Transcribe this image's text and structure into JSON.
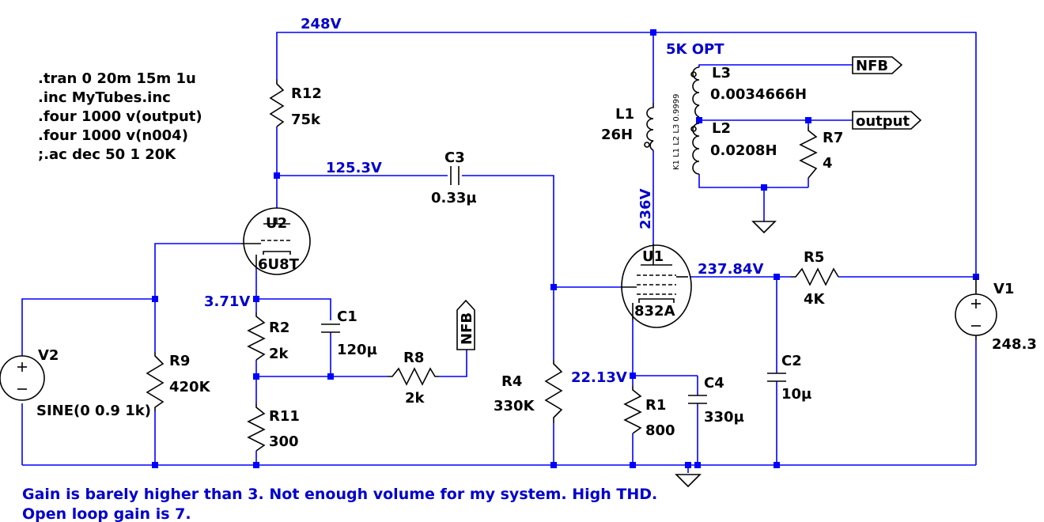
{
  "directives": [
    ".tran 0 20m 15m 1u",
    ".inc MyTubes.inc",
    ".four 1000 v(output)",
    ".four 1000 v(n004)",
    ";.ac dec 50 1 20K"
  ],
  "node_voltages": {
    "supply": "248V",
    "u2_plate": "125.3V",
    "u1_plate": "236V",
    "u2_cathode": "3.71V",
    "u1_screen": "237.84V",
    "u1_cathode": "22.13V"
  },
  "transformer": {
    "title": "5K OPT",
    "coupling": "K1 L1 L2 L3 0.9999"
  },
  "components": {
    "R12": {
      "ref": "R12",
      "value": "75k"
    },
    "C3": {
      "ref": "C3",
      "value": "0.33µ"
    },
    "L1": {
      "ref": "L1",
      "value": "26H"
    },
    "L3": {
      "ref": "L3",
      "value": "0.0034666H"
    },
    "L2": {
      "ref": "L2",
      "value": "0.0208H"
    },
    "R7": {
      "ref": "R7",
      "value": "4"
    },
    "U2": {
      "ref": "U2",
      "value": "6U8T"
    },
    "U1": {
      "ref": "U1",
      "value": "832A"
    },
    "R5": {
      "ref": "R5",
      "value": "4K"
    },
    "V1": {
      "ref": "V1",
      "value": "248.3"
    },
    "V2": {
      "ref": "V2",
      "value": "SINE(0 0.9  1k)"
    },
    "R9": {
      "ref": "R9",
      "value": "420K"
    },
    "R2": {
      "ref": "R2",
      "value": "2k"
    },
    "C1": {
      "ref": "C1",
      "value": "120µ"
    },
    "R8": {
      "ref": "R8",
      "value": "2k"
    },
    "R11": {
      "ref": "R11",
      "value": "300"
    },
    "R4": {
      "ref": "R4",
      "value": "330K"
    },
    "R1": {
      "ref": "R1",
      "value": "800"
    },
    "C4": {
      "ref": "C4",
      "value": "330µ"
    },
    "C2": {
      "ref": "C2",
      "value": "10µ"
    }
  },
  "net_labels": {
    "nfb_top": "NFB",
    "output": "output",
    "nfb_mid": "NFB"
  },
  "notes": [
    "Gain is barely higher than 3. Not enough volume for my system. High THD.",
    "Open loop gain is 7."
  ]
}
